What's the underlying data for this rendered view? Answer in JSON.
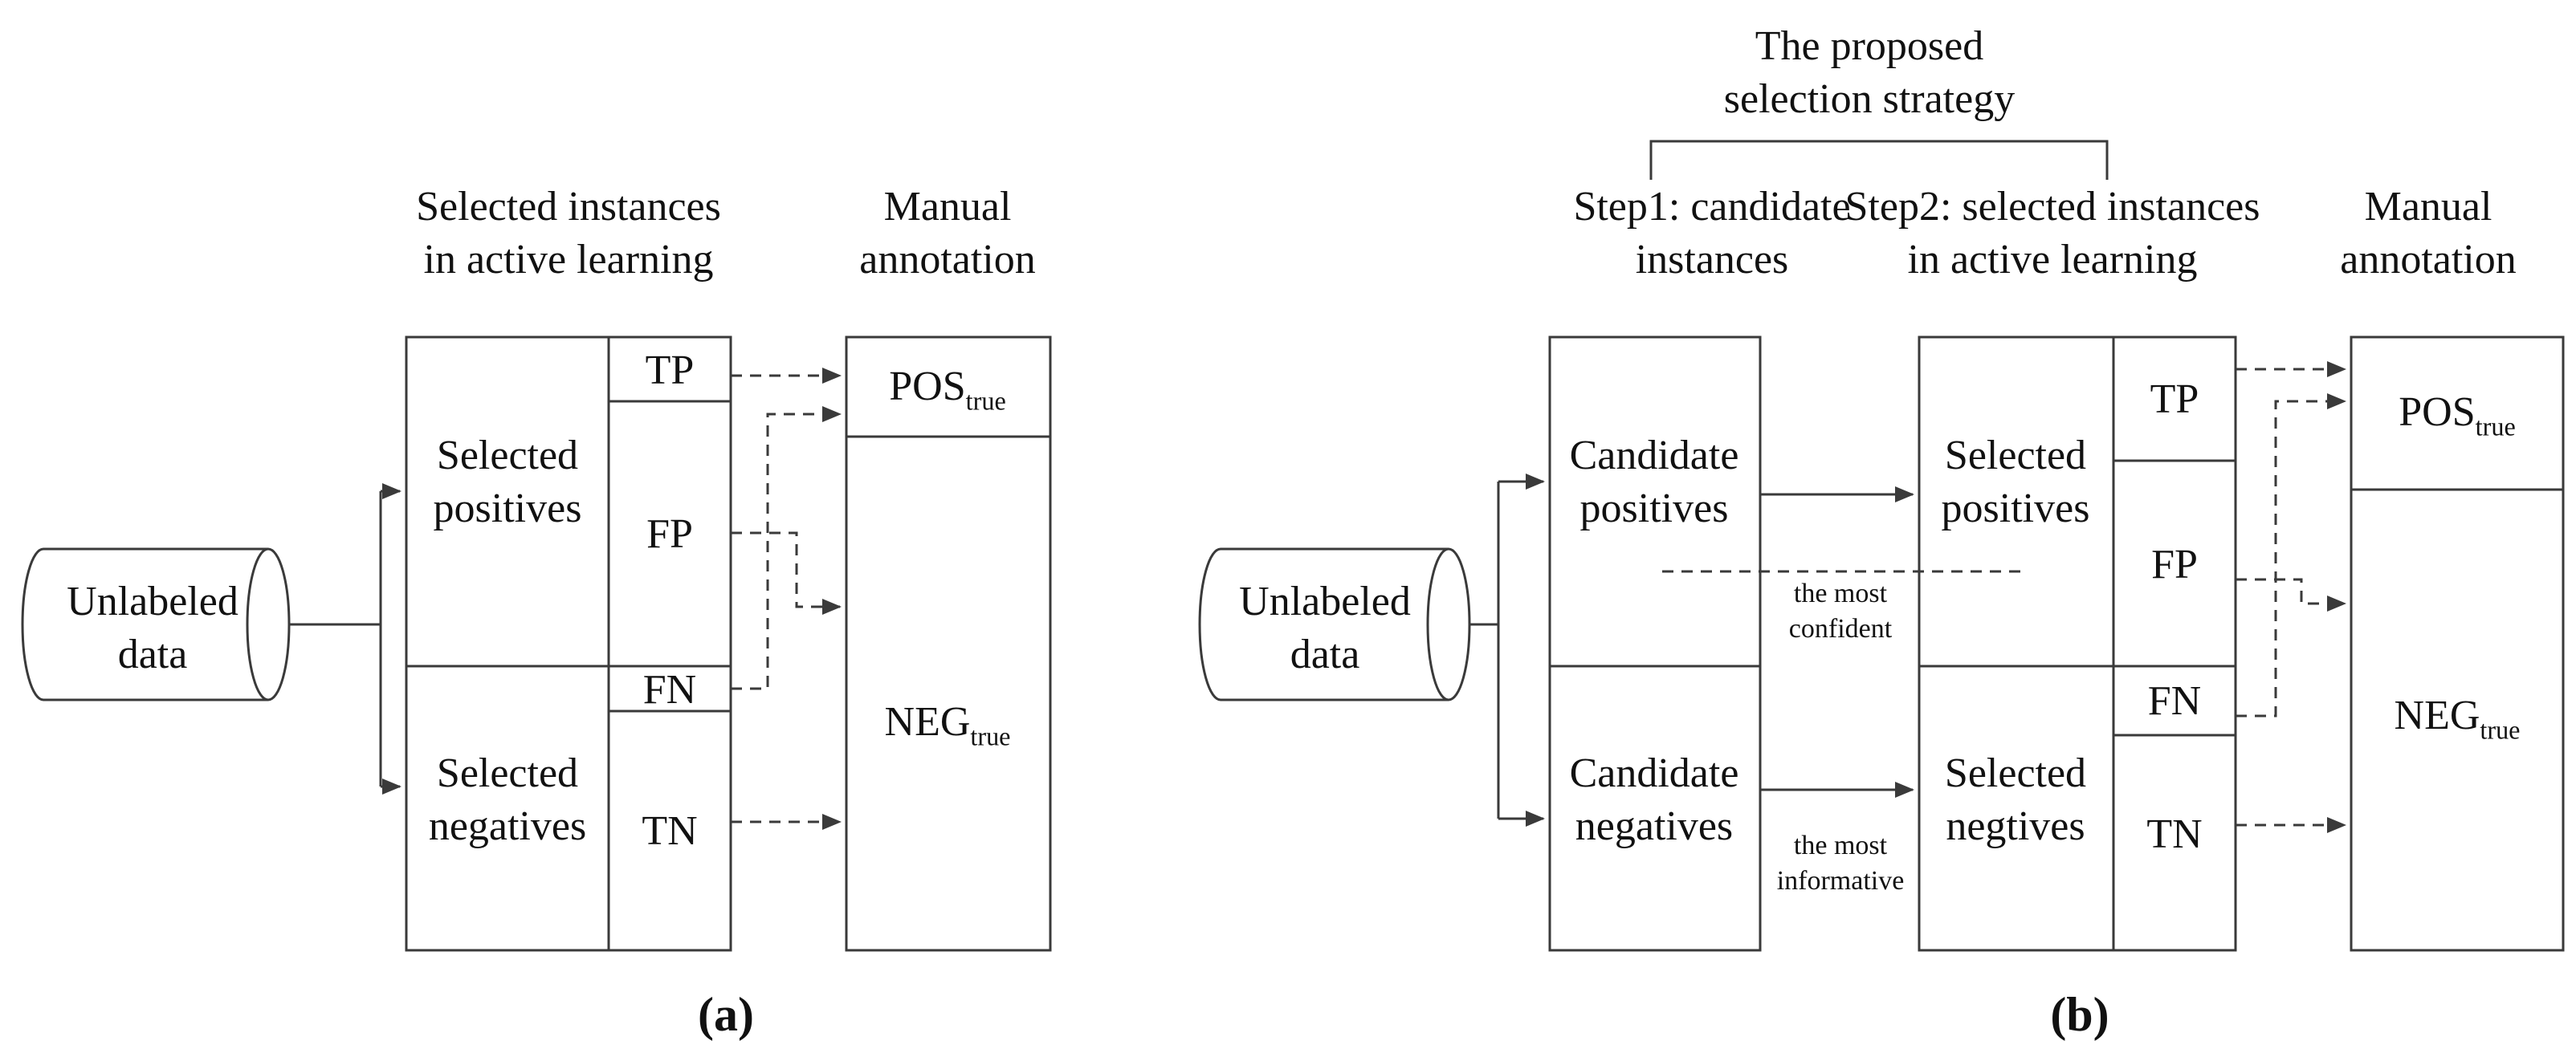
{
  "figure_a": {
    "caption": "(a)",
    "header_selected_line1": "Selected instances",
    "header_selected_line2": "in active learning",
    "header_manual_line1": "Manual",
    "header_manual_line2": "annotation",
    "cylinder_line1": "Unlabeled",
    "cylinder_line2": "data",
    "selected_positives_line1": "Selected",
    "selected_positives_line2": "positives",
    "selected_negatives_line1": "Selected",
    "selected_negatives_line2": "negatives",
    "cell_tp": "TP",
    "cell_fp": "FP",
    "cell_fn": "FN",
    "cell_tn": "TN",
    "pos_base": "POS",
    "pos_sub": "true",
    "neg_base": "NEG",
    "neg_sub": "true"
  },
  "figure_b": {
    "caption": "(b)",
    "strategy_line1": "The proposed",
    "strategy_line2": "selection strategy",
    "header_step1_line1": "Step1: candidate",
    "header_step1_line2": "instances",
    "header_step2_line1": "Step2: selected instances",
    "header_step2_line2": "in active learning",
    "header_manual_line1": "Manual",
    "header_manual_line2": "annotation",
    "cylinder_line1": "Unlabeled",
    "cylinder_line2": "data",
    "candidate_positives_line1": "Candidate",
    "candidate_positives_line2": "positives",
    "candidate_negatives_line1": "Candidate",
    "candidate_negatives_line2": "negatives",
    "selected_positives_line1": "Selected",
    "selected_positives_line2": "positives",
    "selected_negatives_line1": "Selected",
    "selected_negatives_line2": "negtives",
    "most_confident_line1": "the most",
    "most_confident_line2": "confident",
    "most_informative_line1": "the most",
    "most_informative_line2": "informative",
    "cell_tp": "TP",
    "cell_fp": "FP",
    "cell_fn": "FN",
    "cell_tn": "TN",
    "pos_base": "POS",
    "pos_sub": "true",
    "neg_base": "NEG",
    "neg_sub": "true"
  },
  "colors": {
    "line": "#3a3a3a",
    "text": "#111111",
    "background": "#ffffff"
  }
}
